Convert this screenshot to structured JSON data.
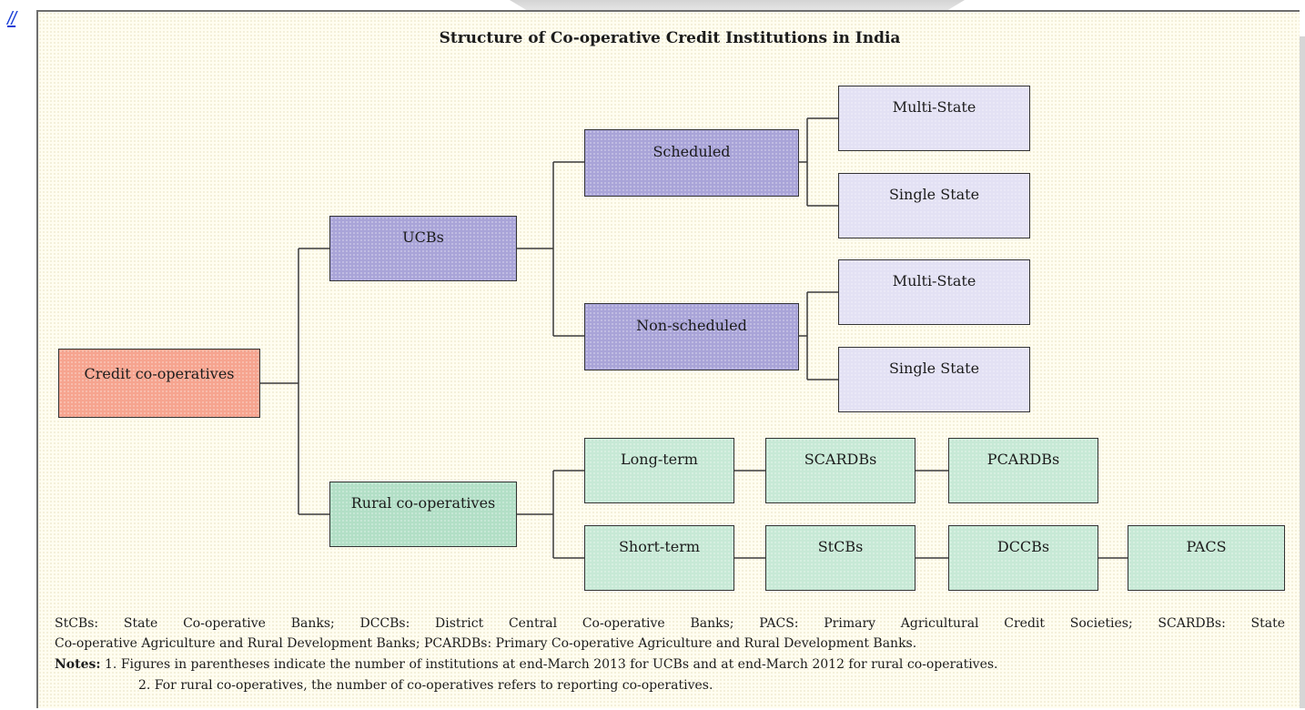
{
  "corner_link": "//",
  "title": "Structure of Co-operative Credit Institutions in India",
  "nodes": {
    "root": "Credit co-operatives",
    "ucbs": "UCBs",
    "rural": "Rural co-operatives",
    "scheduled": "Scheduled",
    "non_scheduled": "Non-scheduled",
    "sched_multi": "Multi-State",
    "sched_single": "Single State",
    "nonsched_multi": "Multi-State",
    "nonsched_single": "Single State",
    "long_term": "Long-term",
    "scardbs": "SCARDBs",
    "pcardbs": "PCARDBs",
    "short_term": "Short-term",
    "stcbs": "StCBs",
    "dccbs": "DCCBs",
    "pacs": "PACS"
  },
  "footnotes": {
    "abbrev_line1": "StCBs: State Co-operative Banks; DCCBs: District Central Co-operative Banks; PACS: Primary Agricultural Credit Societies; SCARDBs: State",
    "abbrev_line2": "Co-operative Agriculture and Rural Development Banks; PCARDBs: Primary Co-operative Agriculture and Rural Development Banks.",
    "notes_label": "Notes:",
    "note1": "1. Figures in parentheses indicate the number of institutions at end-March 2013 for UCBs and at end-March 2012 for rural co-operatives.",
    "note2": "2. For rural co-operatives, the number of co-operatives refers to reporting co-operatives."
  },
  "colors": {
    "root": "#f6a48f",
    "ucb_branch": "#a9a4d8",
    "ucb_leaf": "#e3e1f4",
    "rural_branch": "#b2dfc6",
    "rural_leaf": "#c7e9d6",
    "background": "#fffdf0"
  }
}
